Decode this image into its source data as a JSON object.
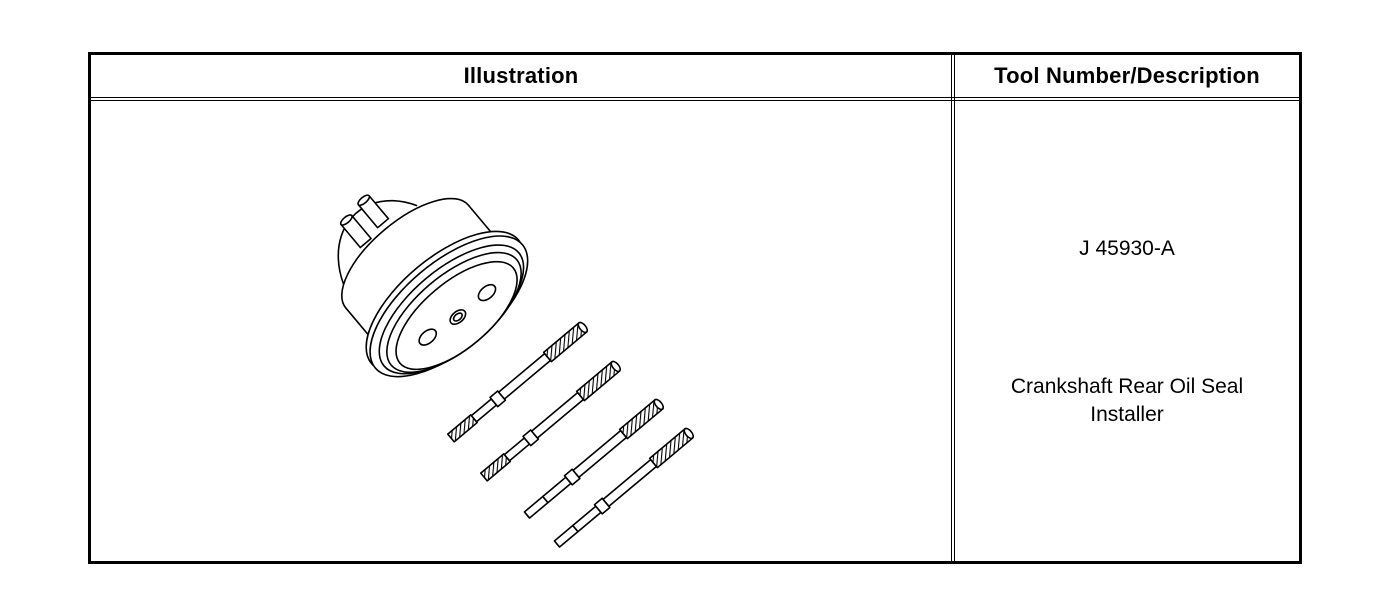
{
  "table": {
    "headers": {
      "illustration": "Illustration",
      "tool": "Tool Number/Description"
    },
    "rows": [
      {
        "illustration_subject": "installer-tool-drawing",
        "tool_number": "J 45930-A",
        "description_lines": [
          "Crankshaft Rear Oil Seal",
          "Installer"
        ]
      }
    ]
  }
}
